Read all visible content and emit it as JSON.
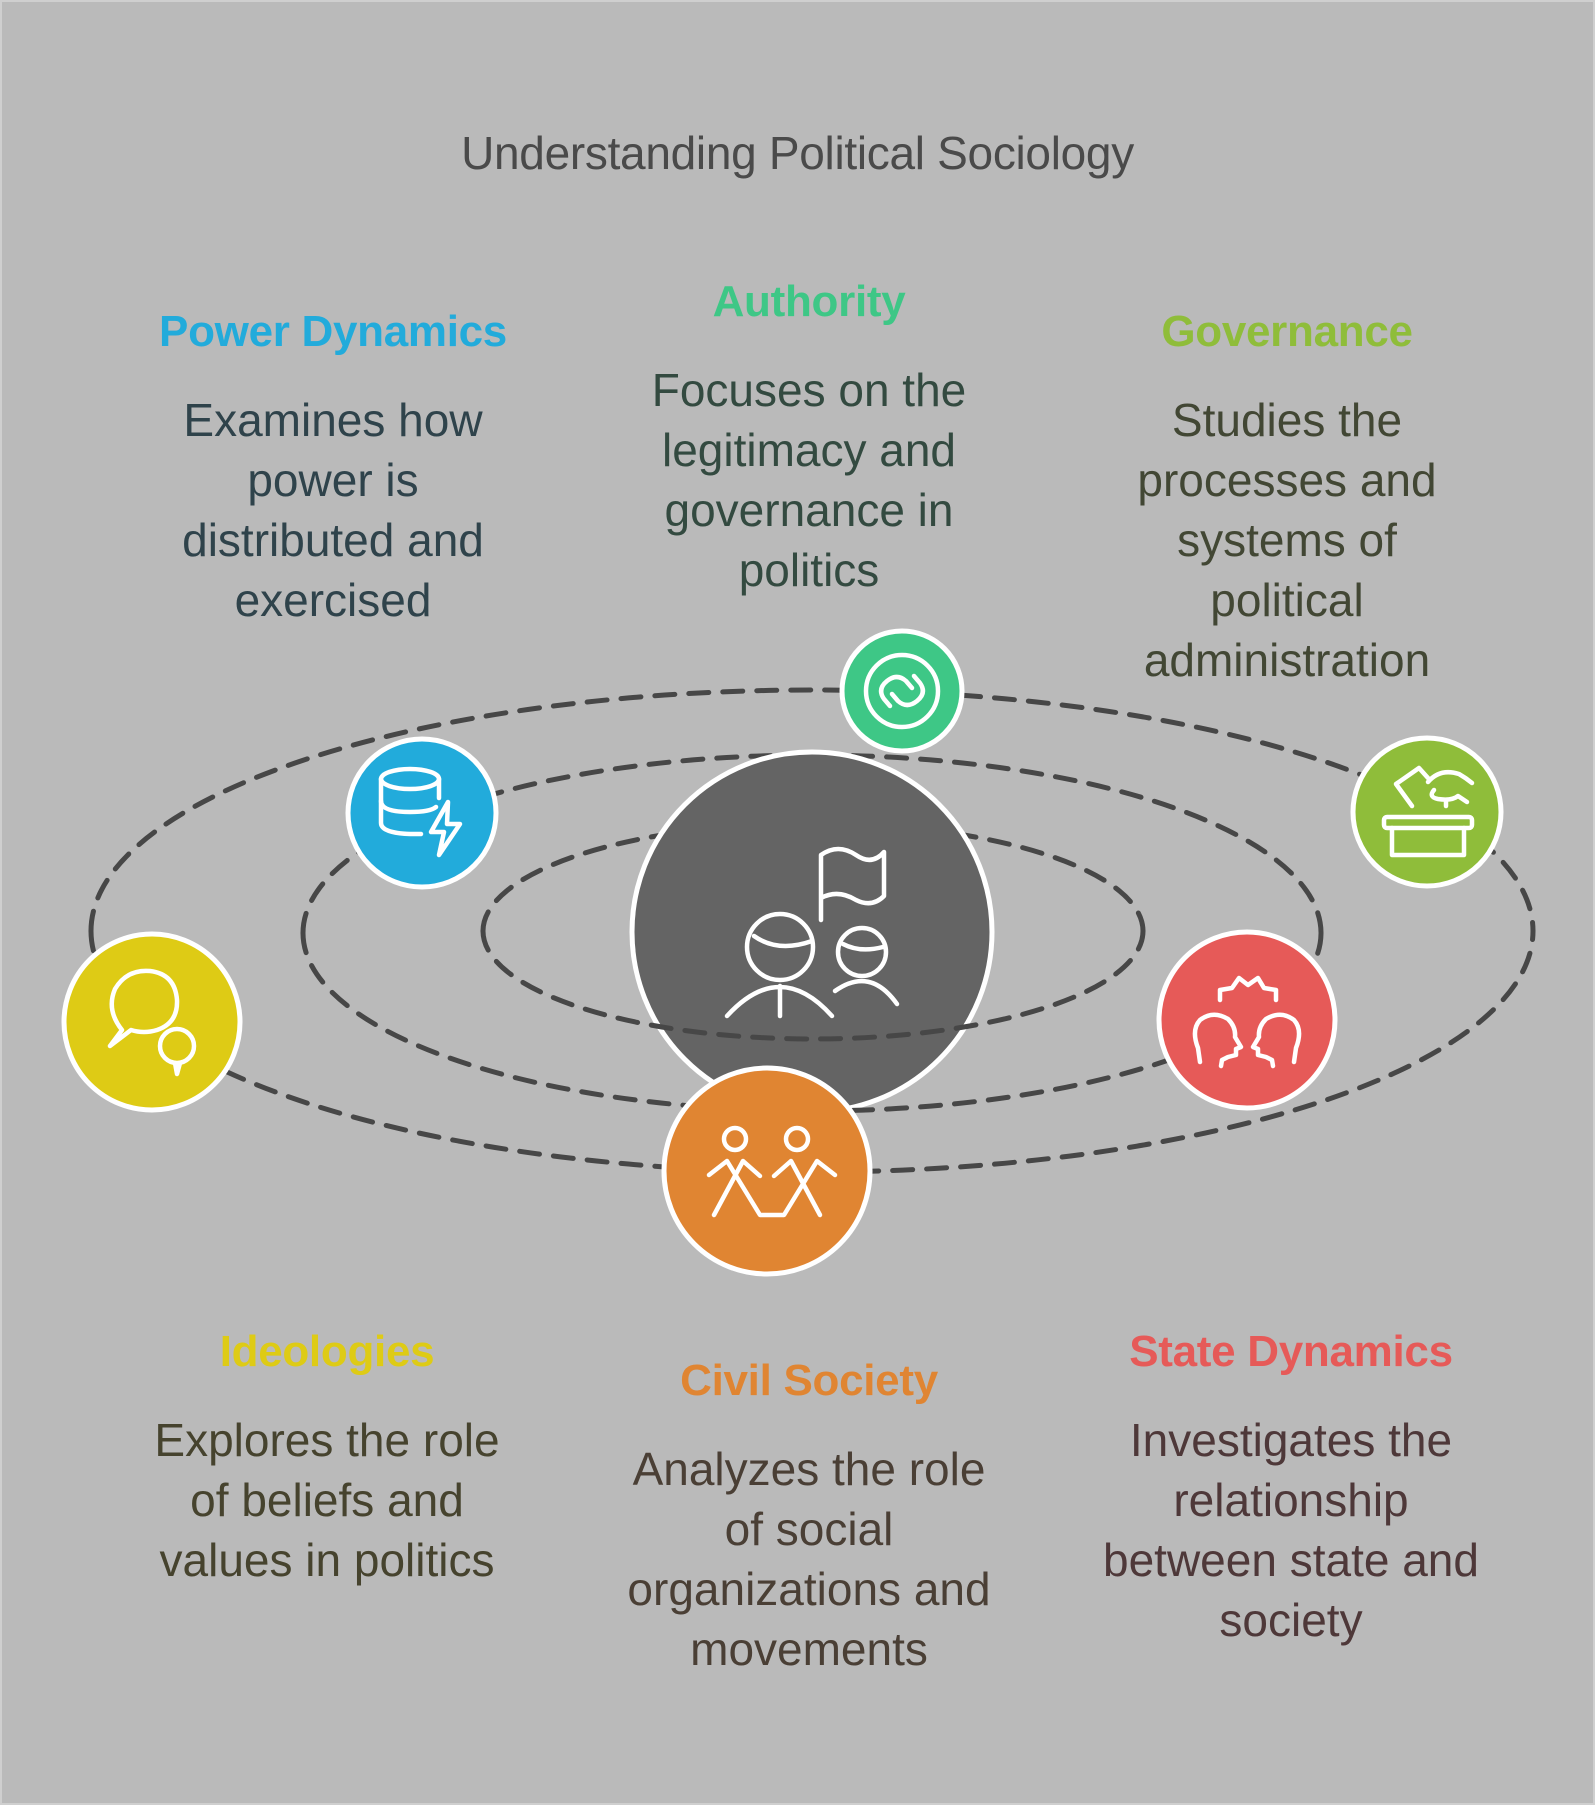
{
  "title": "Understanding Political Sociology",
  "center": {
    "icon": "people-with-flag-icon",
    "color": "#646464"
  },
  "ring_stroke_color": "#474747",
  "items": [
    {
      "key": "power-dynamics",
      "title": "Power Dynamics",
      "lines": [
        "Examines how",
        "power is",
        "distributed and",
        "exercised"
      ],
      "description": "Examines how power is distributed and exercised",
      "icon": "database-lightning-icon",
      "color": "#22abdb",
      "text_color": "#2f434b"
    },
    {
      "key": "authority",
      "title": "Authority",
      "lines": [
        "Focuses on the",
        "legitimacy and",
        "governance in",
        "politics"
      ],
      "description": "Focuses on the legitimacy and governance in politics",
      "icon": "linked-circle-icon",
      "color": "#3ec786",
      "text_color": "#334a40"
    },
    {
      "key": "governance",
      "title": "Governance",
      "lines": [
        "Studies the",
        "processes and",
        "systems of",
        "political",
        "administration"
      ],
      "description": "Studies the processes and systems of political administration",
      "icon": "ballot-box-icon",
      "color": "#8fbd3a",
      "text_color": "#424734"
    },
    {
      "key": "ideologies",
      "title": "Ideologies",
      "lines": [
        "Explores the role",
        "of beliefs and",
        "values in politics"
      ],
      "description": "Explores the role of beliefs and values in politics",
      "icon": "speech-bubbles-icon",
      "color": "#decb15",
      "text_color": "#46432e"
    },
    {
      "key": "civil-society",
      "title": "Civil Society",
      "lines": [
        "Analyzes the role",
        "of social",
        "organizations and",
        "movements"
      ],
      "description": "Analyzes the role of social organizations and movements",
      "icon": "people-holding-hands-icon",
      "color": "#e08532",
      "text_color": "#4a3f35"
    },
    {
      "key": "state-dynamics",
      "title": "State Dynamics",
      "lines": [
        "Investigates the",
        "relationship",
        "between state and",
        "society"
      ],
      "description": "Investigates the relationship between state and society",
      "icon": "conflict-heads-icon",
      "color": "#e65a58",
      "text_color": "#4e3839"
    }
  ]
}
